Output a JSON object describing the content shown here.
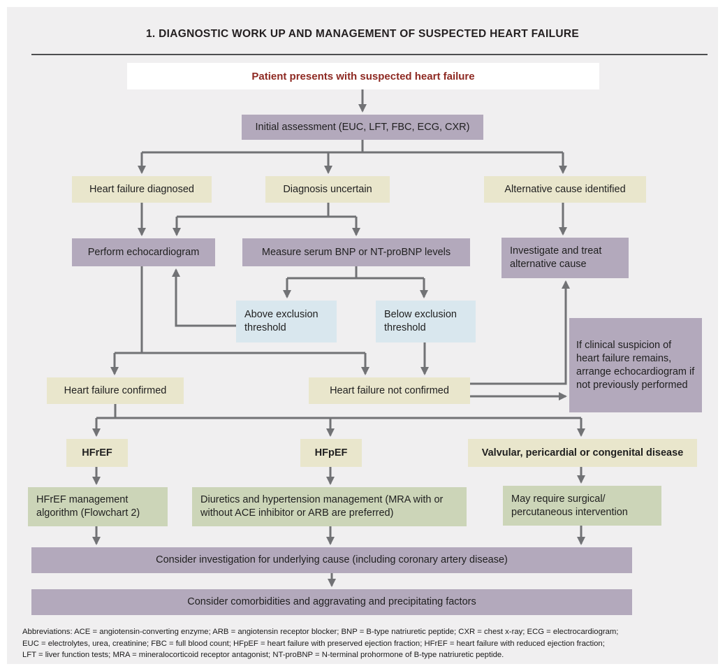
{
  "page": {
    "title": "1. DIAGNOSTIC WORK UP AND MANAGEMENT OF SUSPECTED HEART FAILURE"
  },
  "flowchart": {
    "nodes": {
      "patient": {
        "label": "Patient presents with suspected heart failure"
      },
      "initial_assessment": {
        "label": "Initial assessment (EUC, LFT, FBC, ECG, CXR)"
      },
      "hf_diagnosed": {
        "label": "Heart failure diagnosed"
      },
      "diagnosis_uncertain": {
        "label": "Diagnosis uncertain"
      },
      "alt_cause": {
        "label": "Alternative cause identified"
      },
      "perform_echo": {
        "label": "Perform echocardiogram"
      },
      "measure_bnp": {
        "label": "Measure serum BNP or NT-proBNP levels"
      },
      "investigate_treat": {
        "label": "Investigate and treat alternative cause"
      },
      "above_threshold": {
        "label": "Above exclusion threshold"
      },
      "below_threshold": {
        "label": "Below exclusion threshold"
      },
      "clinical_suspicion": {
        "label": "If clinical suspicion of heart failure remains, arrange echocardiogram if not previously performed"
      },
      "hf_confirmed": {
        "label": "Heart failure confirmed"
      },
      "hf_not_confirmed": {
        "label": "Heart failure not confirmed"
      },
      "hfref": {
        "label": "HFrEF"
      },
      "hfpef": {
        "label": "HFpEF"
      },
      "valvular": {
        "label": "Valvular, pericardial or congenital disease"
      },
      "hfref_mgmt": {
        "label": "HFrEF management algorithm (Flowchart 2)"
      },
      "hfpef_mgmt": {
        "label": "Diuretics and hypertension management (MRA with or without ACE inhibitor or ARB are preferred)"
      },
      "valvular_mgmt": {
        "label": "May require surgical/ percutaneous intervention"
      },
      "consider_investigation": {
        "label": "Consider investigation for underlying cause (including coronary artery disease)"
      },
      "consider_comorbidities": {
        "label": "Consider comorbidities and aggravating and precipitating factors"
      }
    },
    "footnote": {
      "line1": "Abbreviations: ACE = angiotensin-converting enzyme; ARB = angiotensin receptor blocker; BNP = B-type natriuretic peptide; CXR = chest x-ray; ECG = electrocardiogram;",
      "line2": "EUC = electrolytes, urea, creatinine; FBC = full blood count; HFpEF = heart failure with preserved ejection fraction; HFrEF = heart failure with reduced ejection fraction;",
      "line3": "LFT = liver function tests; MRA = mineralocorticoid receptor antagonist; NT-proBNP = N-terminal prohormone of B-type natriuretic peptide."
    },
    "palette": {
      "panel_background": "#f0eff0",
      "box_purple": "#b3a9bc",
      "box_beige": "#e9e6cc",
      "box_green": "#ccd5b8",
      "box_blue": "#d9e7ee",
      "box_white": "#ffffff",
      "connector_gray": "#717275",
      "accent_red": "#8e2a23"
    }
  }
}
